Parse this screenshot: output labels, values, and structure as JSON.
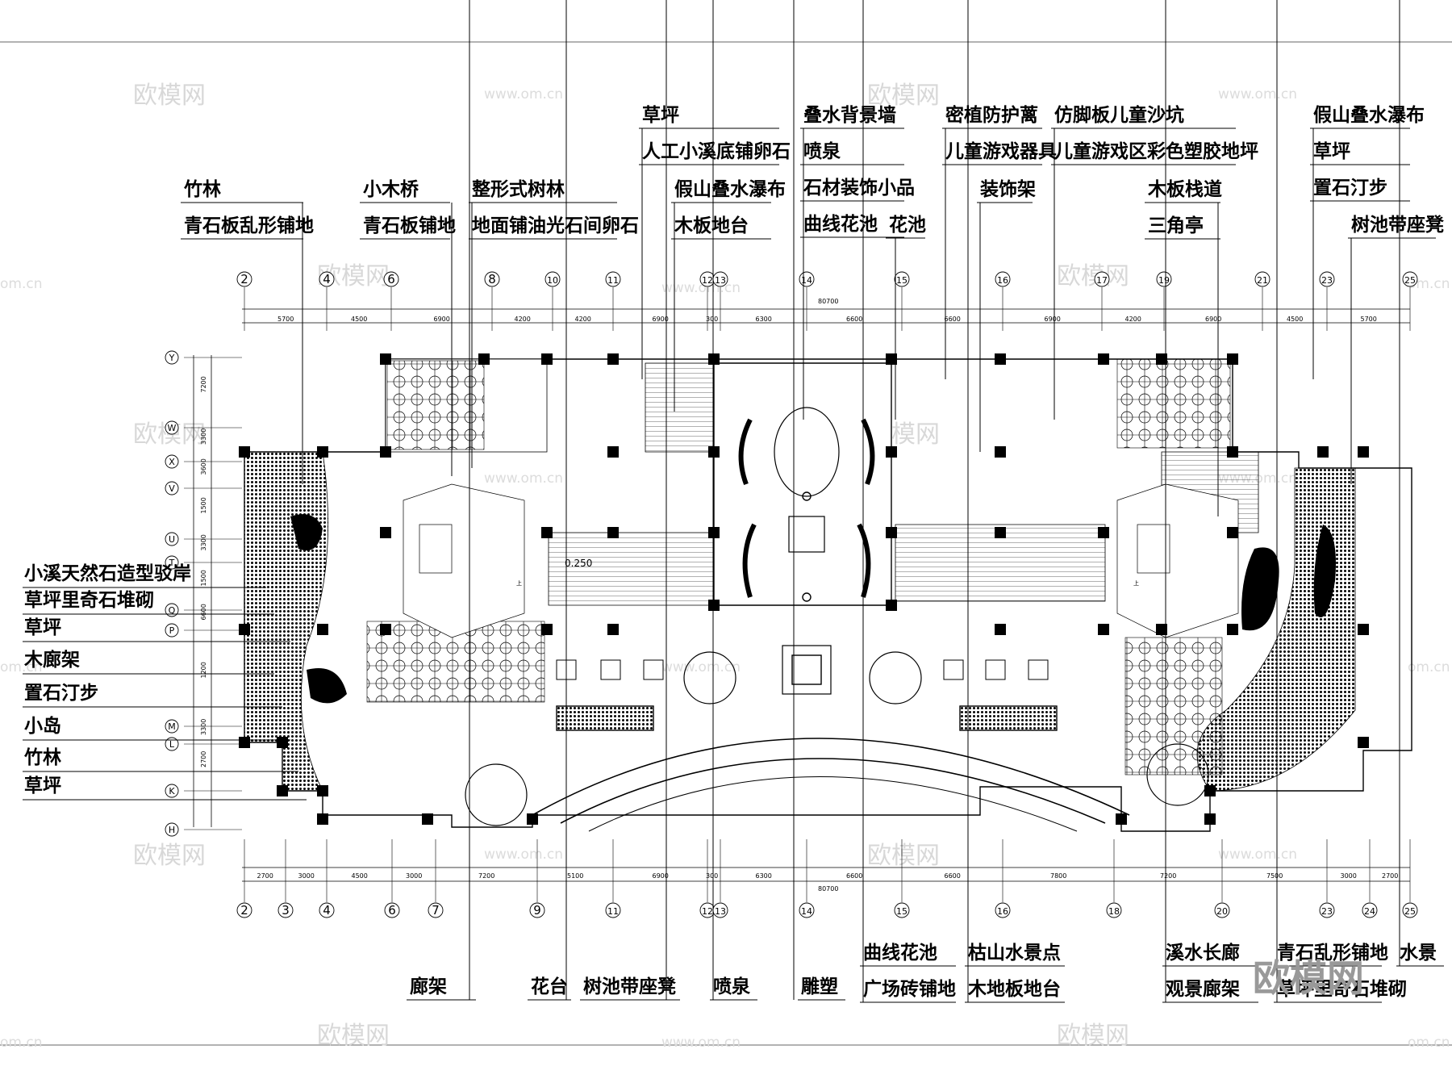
{
  "top_labels": [
    {
      "id": "zhulin-top",
      "lines": [
        "竹林",
        "青石板乱形铺地"
      ]
    },
    {
      "id": "bridge",
      "lines": [
        "小木桥",
        "青石板铺地"
      ]
    },
    {
      "id": "formal-grove",
      "lines": [
        "整形式树林",
        "地面铺油光石间卵石"
      ]
    },
    {
      "id": "lawn-stream",
      "lines": [
        "草坪",
        "人工小溪底铺卵石"
      ]
    },
    {
      "id": "rockery-deck",
      "lines": [
        "假山叠水瀑布",
        "木板地台"
      ]
    },
    {
      "id": "backdrop",
      "lines": [
        "叠水背景墙",
        "喷泉",
        "石材装饰小品",
        "曲线花池"
      ]
    },
    {
      "id": "flower-bed",
      "lines": [
        "花池"
      ]
    },
    {
      "id": "hedge",
      "lines": [
        "密植防护蓠",
        "儿童游戏器具"
      ]
    },
    {
      "id": "deco-rack",
      "lines": [
        "装饰架"
      ]
    },
    {
      "id": "sandpit",
      "lines": [
        "仿脚板儿童沙坑",
        "儿童游戏区彩色塑胶地坪"
      ]
    },
    {
      "id": "boardwalk",
      "lines": [
        "木板栈道",
        "三角亭"
      ]
    },
    {
      "id": "right-top",
      "lines": [
        "假山叠水瀑布",
        "草坪",
        "置石汀步"
      ]
    },
    {
      "id": "seat",
      "lines": [
        "树池带座凳"
      ]
    }
  ],
  "left_labels": [
    "小溪天然石造型驳岸",
    "草坪里奇石堆砌",
    "草坪",
    "木廊架",
    "置石汀步",
    "小岛",
    "竹林",
    "草坪"
  ],
  "bottom_labels": [
    {
      "id": "pergola",
      "lines": [
        "廊架"
      ]
    },
    {
      "id": "planter",
      "lines": [
        "花台"
      ]
    },
    {
      "id": "tree-seat",
      "lines": [
        "树池带座凳"
      ]
    },
    {
      "id": "fountain",
      "lines": [
        "喷泉"
      ]
    },
    {
      "id": "sculpture",
      "lines": [
        "雕塑"
      ]
    },
    {
      "id": "plaza",
      "lines": [
        "曲线花池",
        "广场砖铺地"
      ]
    },
    {
      "id": "dry-landscape",
      "lines": [
        "枯山水景点",
        "木地板地台"
      ]
    },
    {
      "id": "stream-corridor",
      "lines": [
        "溪水长廊",
        "观景廊架"
      ]
    },
    {
      "id": "paving-right",
      "lines": [
        "青石乱形铺地",
        "草坪里奇石堆砌"
      ]
    },
    {
      "id": "water",
      "lines": [
        "水景"
      ]
    }
  ],
  "top_axes": [
    "2",
    "4",
    "6",
    "8",
    "10",
    "11",
    "12",
    "13",
    "14",
    "15",
    "16",
    "17",
    "19",
    "21",
    "23",
    "25"
  ],
  "bottom_axes": [
    "2",
    "3",
    "4",
    "6",
    "7",
    "9",
    "11",
    "12",
    "13",
    "14",
    "15",
    "16",
    "18",
    "20",
    "23",
    "24",
    "25"
  ],
  "left_axes": [
    "Y",
    "W",
    "X",
    "V",
    "U",
    "T",
    "Q",
    "P",
    "M",
    "L",
    "K",
    "H"
  ],
  "top_dims": [
    "5700",
    "4500",
    "6900",
    "4200",
    "4200",
    "6900",
    "300",
    "6300",
    "6600",
    "6600",
    "6900",
    "4200",
    "6900",
    "4500",
    "5700"
  ],
  "bottom_dims": [
    "2700",
    "3000",
    "4500",
    "3000",
    "7200",
    "5100",
    "6900",
    "300",
    "6300",
    "6600",
    "6600",
    "7800",
    "7200",
    "7500",
    "3000",
    "2700"
  ],
  "left_dims": [
    "7200",
    "3300",
    "3600",
    "1500",
    "3300",
    "1500",
    "6600",
    "1200",
    "3300",
    "2700"
  ],
  "total_dim": "80700",
  "markers": {
    "level": "0.250",
    "stair": "上"
  },
  "watermarks": {
    "brand": "欧模网",
    "url": "www.om.cn",
    "url_cut": "om.cn"
  },
  "colors": {
    "ink": "#000000",
    "background": "#ffffff",
    "watermark": "#d8d8d8"
  }
}
